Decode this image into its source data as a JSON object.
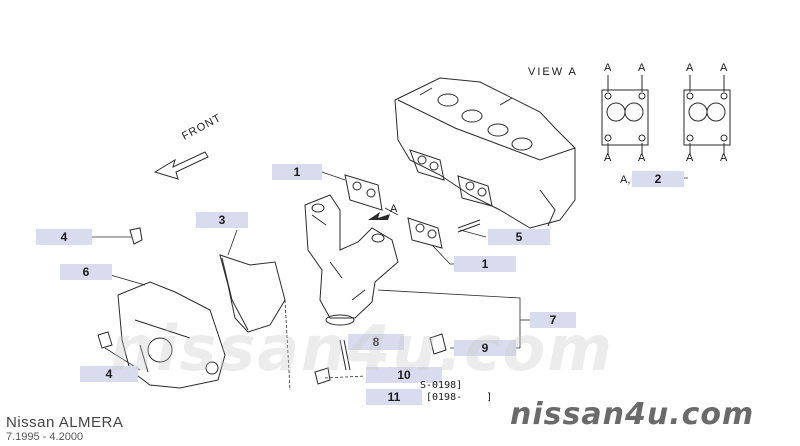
{
  "diagram": {
    "view_label": "VIEW A",
    "front_label": "FRONT",
    "flange_letter": "A",
    "view_ref": "A,",
    "part_labels": [
      "1",
      "1",
      "2",
      "3",
      "4",
      "4",
      "5",
      "6",
      "7",
      "8",
      "9",
      "10",
      "11"
    ],
    "codes": {
      "c1": "S-0198]",
      "c2": "[0198-    ]"
    }
  },
  "footer": {
    "brand": "Nissan  ALMERA",
    "dates": "7.1995  -  4.2000"
  },
  "watermark": {
    "big": "nissan4u.com",
    "small": "nissan4u.com"
  },
  "colors": {
    "label_bg": "#d9dcef",
    "line": "#2a2a2a"
  }
}
